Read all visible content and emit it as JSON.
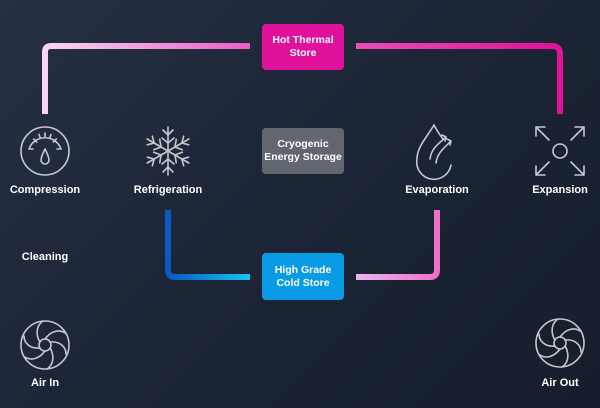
{
  "colors": {
    "background": "#1c2536",
    "icon_stroke": "#c6c8cc",
    "hot": "#e0119a",
    "hot_light": "#f4b8ec",
    "cold": "#0a5fc8",
    "cold_light": "#14c8f2",
    "cryo_box": "#61666f",
    "cold_box": "#0a9be6"
  },
  "nodes": {
    "compression": {
      "label": "Compression",
      "icon": "gauge-icon"
    },
    "refrigeration": {
      "label": "Refrigeration",
      "icon": "snowflake-icon"
    },
    "evaporation": {
      "label": "Evaporation",
      "icon": "drop-with-arrows-icon"
    },
    "expansion": {
      "label": "Expansion",
      "icon": "expand-arrows-icon"
    },
    "cleaning": {
      "label": "Cleaning"
    },
    "air_in": {
      "label": "Air In",
      "icon": "fan-icon"
    },
    "air_out": {
      "label": "Air Out",
      "icon": "fan-icon"
    }
  },
  "stores": {
    "hot": {
      "line1": "Hot Thermal",
      "line2": "Store"
    },
    "cryo": {
      "line1": "Cryogenic",
      "line2": "Energy Storage"
    },
    "cold": {
      "line1": "High Grade",
      "line2": "Cold Store"
    }
  }
}
